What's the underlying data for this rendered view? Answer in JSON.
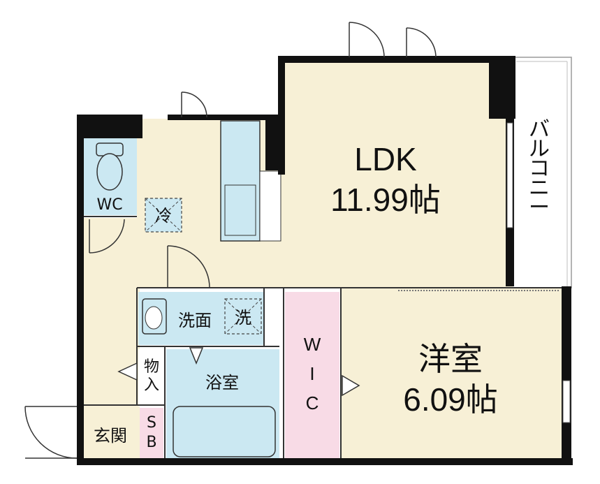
{
  "floorplan": {
    "rooms": {
      "ldk": {
        "name": "LDK",
        "size": "11.99帖"
      },
      "western": {
        "name": "洋室",
        "size": "6.09帖"
      },
      "wc": {
        "name": "WC"
      },
      "washroom": {
        "name": "洗面"
      },
      "bathroom": {
        "name": "浴室"
      },
      "entrance": {
        "name": "玄関"
      },
      "storage": {
        "name": "物入"
      },
      "shoe_box": {
        "name": "SB"
      },
      "wic": {
        "name": "WIC"
      },
      "balcony": {
        "name": "バルコニー"
      }
    },
    "fixtures": {
      "refrigerator": "冷",
      "washer": "洗"
    },
    "colors": {
      "floor": "#f7f0d6",
      "wet_area": "#cbe8f2",
      "wic": "#f8dbe6",
      "wall": "#111111"
    }
  }
}
